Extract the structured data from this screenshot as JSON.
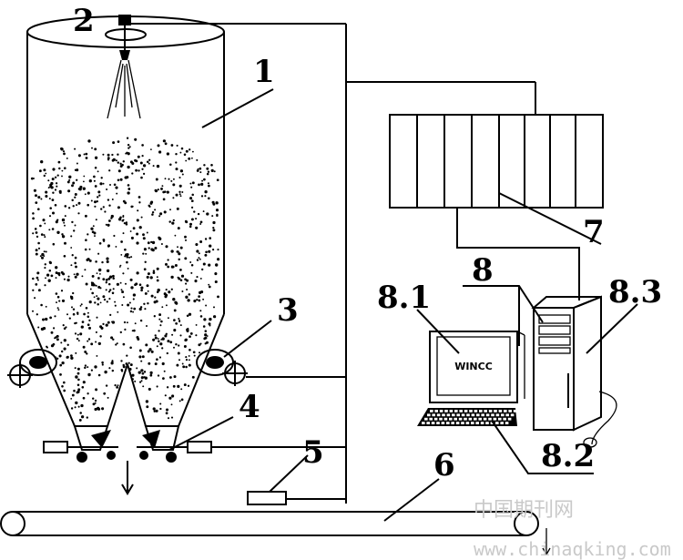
{
  "labels": {
    "silo": "1",
    "spray_nozzle": "2",
    "vibrator": "3",
    "discharge_valve": "4",
    "sensor": "5",
    "conveyor": "6",
    "plc_cabinet": "7",
    "computer_system": "8",
    "monitor": "8.1",
    "keyboard": "8.2",
    "host_tower": "8.3"
  },
  "monitor_screen_text": "WINCC",
  "watermark": {
    "chinese": "中国期刊网",
    "url": "www.chinaqking.com"
  }
}
